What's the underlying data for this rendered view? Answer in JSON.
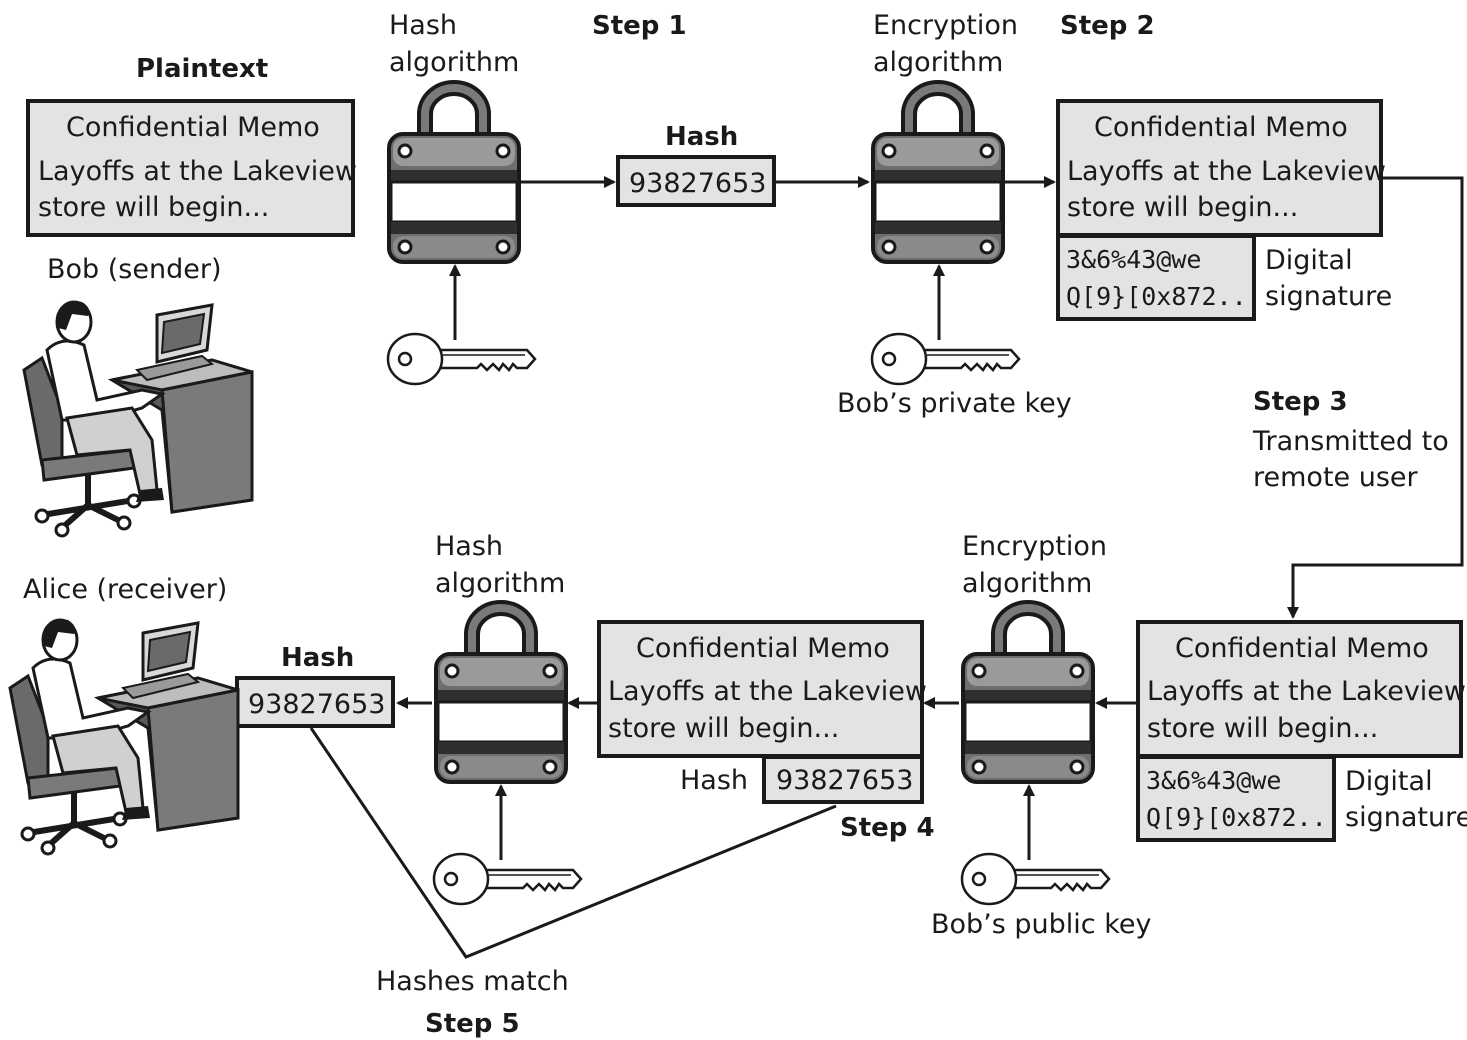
{
  "labels": {
    "plaintext": "Plaintext",
    "bob": "Bob (sender)",
    "alice": "Alice (receiver)",
    "hash": "Hash",
    "hash_small": "Hash",
    "hash_algorithm_l1": "Hash",
    "hash_algorithm_l2": "algorithm",
    "encryption_algorithm_l1": "Encryption",
    "encryption_algorithm_l2": "algorithm",
    "step1": "Step 1",
    "step2": "Step 2",
    "step3": "Step 3",
    "step3_desc_l1": "Transmitted to",
    "step3_desc_l2": "remote user",
    "step4": "Step 4",
    "step5": "Step 5",
    "hashes_match": "Hashes match",
    "private_key": "Bob’s private key",
    "public_key": "Bob’s public key",
    "digital_l1": "Digital",
    "digital_l2": "signature"
  },
  "memo": {
    "title": "Confidential Memo",
    "line1": "Layoffs at the Lakeview",
    "line2": "store will begin..."
  },
  "hash_value": "93827653",
  "signature": {
    "line1": "3&6%43@we",
    "line2": "Q[9}[0x872..."
  }
}
